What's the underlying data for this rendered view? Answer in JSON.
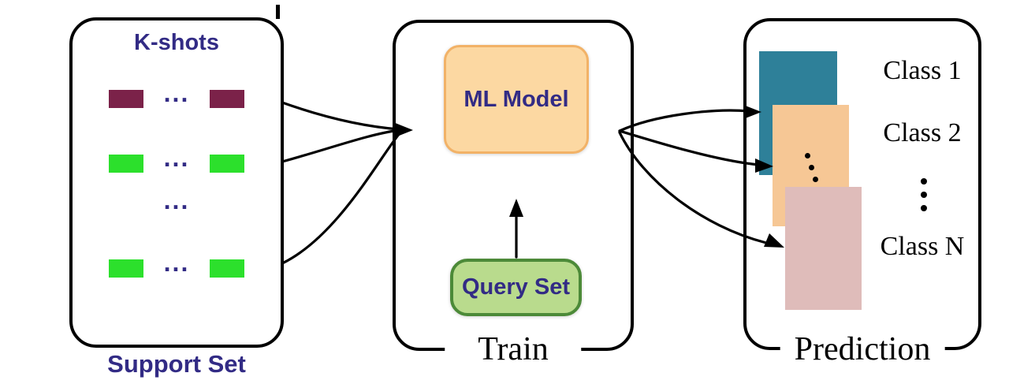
{
  "diagram": {
    "support_panel": {
      "title": "K-shots",
      "caption": "Support Set",
      "rows": [
        {
          "separator": "...",
          "swatch_color": "#7b2249"
        },
        {
          "separator": "...",
          "swatch_color": "#2ce02c"
        },
        {
          "separator": "..."
        },
        {
          "separator": "...",
          "swatch_color": "#2ce02c"
        }
      ]
    },
    "train_panel": {
      "model_label": "ML Model",
      "query_label": "Query Set",
      "caption": "Train"
    },
    "prediction_panel": {
      "caption": "Prediction",
      "class_labels": [
        "Class 1",
        "Class 2",
        "Class N"
      ],
      "cards": [
        {
          "name": "class-1-card",
          "color": "#2e8099"
        },
        {
          "name": "class-2-card",
          "color": "#f6c795"
        },
        {
          "name": "class-n-card",
          "color": "#dfbcba"
        }
      ]
    },
    "colors": {
      "heading_text": "#322b85",
      "caption_text": "#000000",
      "outline": "#000000",
      "ml_model_fill": "#fcd8a2",
      "ml_model_border": "#f2b267",
      "query_fill": "#b9db8d",
      "query_border": "#4c8a38"
    }
  }
}
